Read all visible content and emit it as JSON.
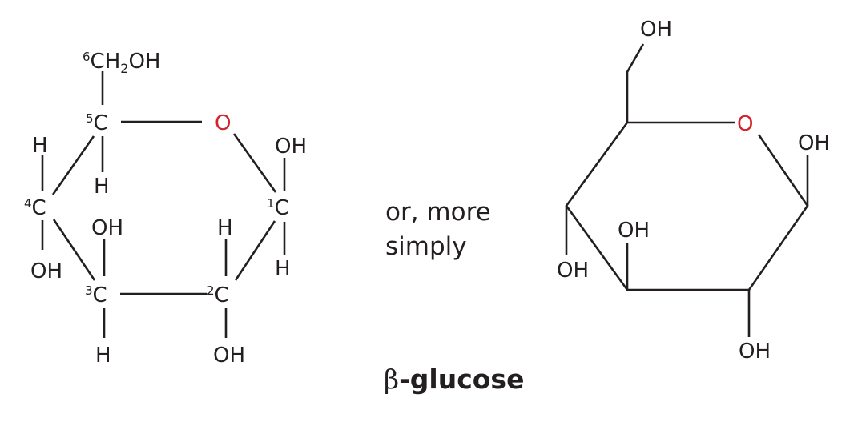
{
  "figure": {
    "title_prefix": "β",
    "title_rest": "-glucose",
    "connector_line1": "or, more",
    "connector_line2": "simply",
    "colors": {
      "ink": "#231f20",
      "ring_oxygen": "#d2232a",
      "background": "#ffffff"
    }
  },
  "haworth": {
    "c6_sup": "6",
    "c6_ch": "CH",
    "c6_sub": "2",
    "c6_oh": "OH",
    "c5_sup": "5",
    "c4_sup": "4",
    "c3_sup": "3",
    "c2_sup": "2",
    "c1_sup": "1",
    "carbon": "C",
    "ring_oxygen": "O",
    "c5_h": "H",
    "c4_h": "H",
    "c4_oh": "OH",
    "c3_oh": "OH",
    "c3_h": "H",
    "c2_h": "H",
    "c2_oh": "OH",
    "c1_oh": "OH",
    "c1_h": "H"
  },
  "skeletal": {
    "ring_oxygen": "O",
    "c6_oh": "OH",
    "c1_oh": "OH",
    "c4_oh": "OH",
    "c3_oh": "OH",
    "c2_oh": "OH"
  }
}
